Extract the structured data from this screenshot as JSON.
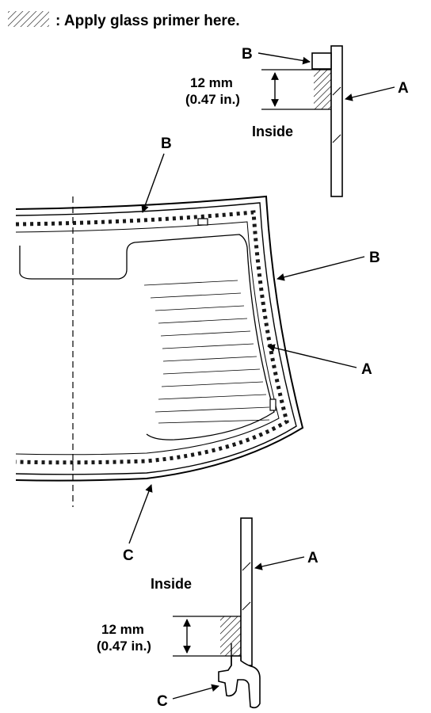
{
  "legend": {
    "text": ": Apply glass primer here."
  },
  "top_detail": {
    "label_b": "B",
    "label_a": "A",
    "measure_mm": "12 mm",
    "measure_in": "(0.47 in.)",
    "side_text": "Inside"
  },
  "main_view": {
    "label_b_top": "B",
    "label_b_side": "B",
    "label_a": "A",
    "label_c": "C"
  },
  "bottom_detail": {
    "label_a": "A",
    "side_text": "Inside",
    "measure_mm": "12 mm",
    "measure_in": "(0.47 in.)",
    "label_c": "C"
  },
  "colors": {
    "ink": "#000000",
    "background": "#ffffff"
  }
}
